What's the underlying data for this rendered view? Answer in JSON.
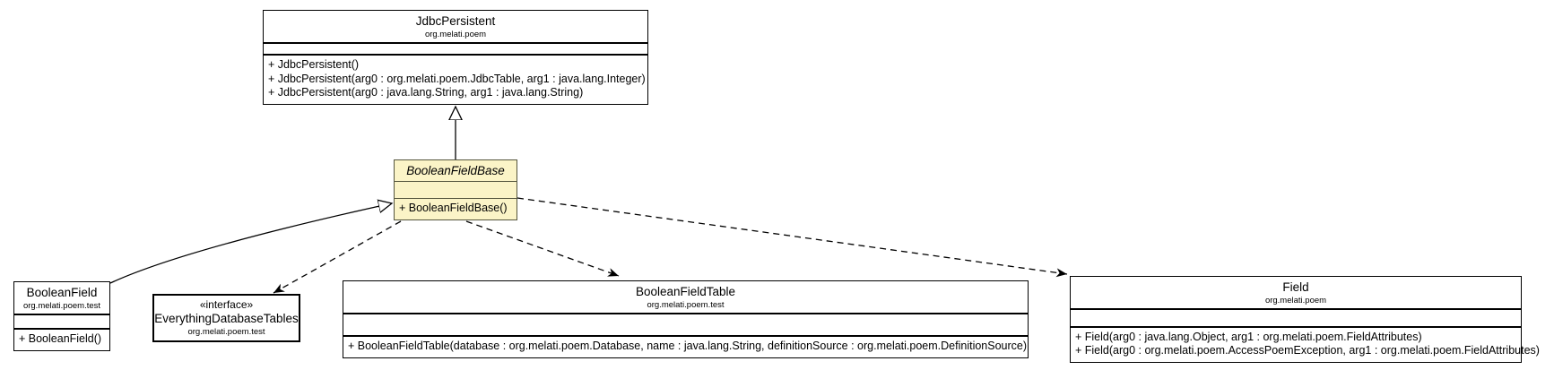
{
  "diagram_type": "uml-class-diagram",
  "colors": {
    "background": "#ffffff",
    "abstract_class_fill": "#FBF4C7",
    "abstract_class_border": "#55553D",
    "line": "#000000"
  },
  "classes": {
    "jdbc": {
      "name": "JdbcPersistent",
      "package": "org.melati.poem",
      "methods": [
        "+ JdbcPersistent()",
        "+ JdbcPersistent(arg0 : org.melati.poem.JdbcTable, arg1 : java.lang.Integer)",
        "+ JdbcPersistent(arg0 : java.lang.String, arg1 : java.lang.String)"
      ]
    },
    "bfb": {
      "name": "BooleanFieldBase",
      "methods": [
        "+ BooleanFieldBase()"
      ]
    },
    "bf": {
      "name": "BooleanField",
      "package": "org.melati.poem.test",
      "methods": [
        "+ BooleanField()"
      ]
    },
    "edt": {
      "stereotype": "«interface»",
      "name": "EverythingDatabaseTables",
      "package": "org.melati.poem.test"
    },
    "bft": {
      "name": "BooleanFieldTable",
      "package": "org.melati.poem.test",
      "methods": [
        "+ BooleanFieldTable(database : org.melati.poem.Database, name : java.lang.String, definitionSource : org.melati.poem.DefinitionSource)"
      ]
    },
    "field": {
      "name": "Field",
      "package": "org.melati.poem",
      "methods": [
        "+ Field(arg0 : java.lang.Object, arg1 : org.melati.poem.FieldAttributes)",
        "+ Field(arg0 : org.melati.poem.AccessPoemException, arg1 : org.melati.poem.FieldAttributes)"
      ]
    }
  },
  "relations": [
    {
      "from": "BooleanFieldBase",
      "to": "JdbcPersistent",
      "type": "generalization",
      "style": "solid-hollow-triangle"
    },
    {
      "from": "BooleanField",
      "to": "BooleanFieldBase",
      "type": "generalization",
      "style": "solid-hollow-triangle"
    },
    {
      "from": "BooleanFieldBase",
      "to": "EverythingDatabaseTables",
      "type": "dependency",
      "style": "dashed-arrow"
    },
    {
      "from": "BooleanFieldBase",
      "to": "BooleanFieldTable",
      "type": "dependency",
      "style": "dashed-arrow"
    },
    {
      "from": "BooleanFieldBase",
      "to": "Field",
      "type": "dependency",
      "style": "dashed-arrow"
    }
  ]
}
